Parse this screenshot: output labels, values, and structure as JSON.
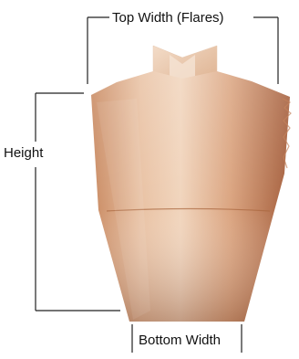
{
  "labels": {
    "top_width": "Top Width (Flares)",
    "height": "Height",
    "bottom_width": "Bottom Width"
  },
  "colors": {
    "bracket": "#222222",
    "cone_light": "#efcfb3",
    "cone_mid": "#d99e77",
    "cone_dark": "#8e4c2c"
  }
}
